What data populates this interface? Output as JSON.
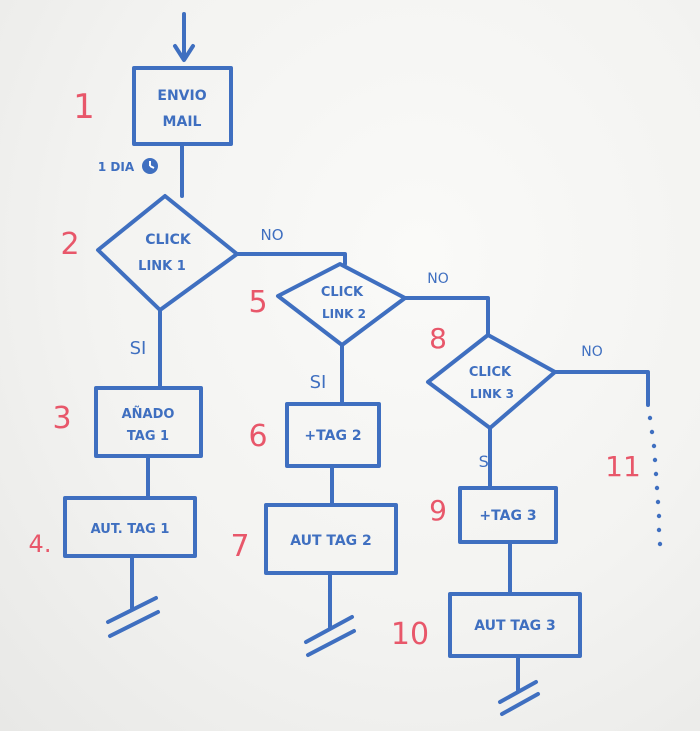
{
  "nodes": {
    "n1": {
      "number": "1",
      "line1": "ENVIO",
      "line2": "MAIL"
    },
    "n2": {
      "number": "2",
      "line1": "CLICK",
      "line2": "LINK 1"
    },
    "n3": {
      "number": "3",
      "line1": "AÑADO",
      "line2": "TAG 1"
    },
    "n4": {
      "number": "4.",
      "line1": "AUT. TAG 1"
    },
    "n5": {
      "number": "5",
      "line1": "CLICK",
      "line2": "LINK 2"
    },
    "n6": {
      "number": "6",
      "line1": "+TAG 2"
    },
    "n7": {
      "number": "7",
      "line1": "AUT TAG 2"
    },
    "n8": {
      "number": "8",
      "line1": "CLICK",
      "line2": "LINK 3"
    },
    "n9": {
      "number": "9",
      "line1": "+TAG 3"
    },
    "n10": {
      "number": "10",
      "line1": "AUT TAG 3"
    },
    "n11": {
      "number": "11"
    }
  },
  "edges": {
    "wait": "1 DIA",
    "yes": "SI",
    "no": "NO"
  },
  "icons": {
    "clock": "clock-icon",
    "terminal": "ground-terminal-icon"
  },
  "colors": {
    "ink": "#3f6fc0",
    "numbers": "#e8576a"
  }
}
